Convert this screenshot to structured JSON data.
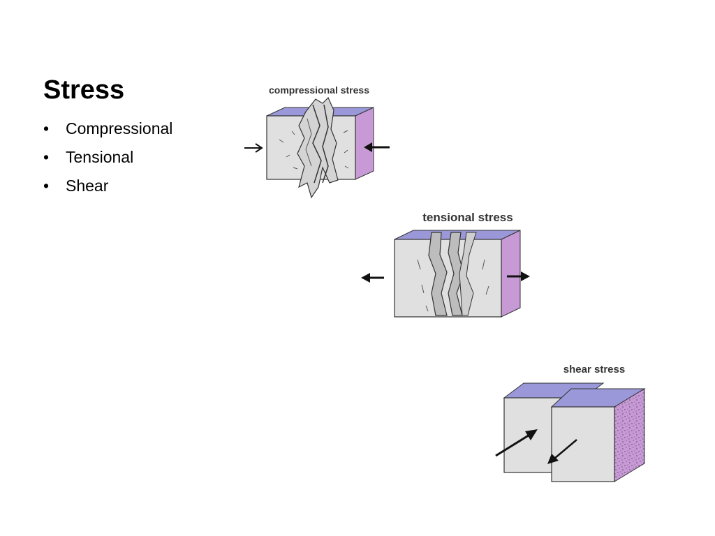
{
  "slide": {
    "title": "Stress",
    "bullets": [
      "Compressional",
      "Tensional",
      "Shear"
    ],
    "bullet_marker": "•"
  },
  "figures": {
    "compressional": {
      "label": "compressional stress"
    },
    "tensional": {
      "label": "tensional stress"
    },
    "shear": {
      "label": "shear stress"
    }
  },
  "colors": {
    "block_face": "#e0e0e0",
    "block_top": "#9a98d8",
    "block_side": "#c79ad6",
    "outline": "#333333"
  }
}
